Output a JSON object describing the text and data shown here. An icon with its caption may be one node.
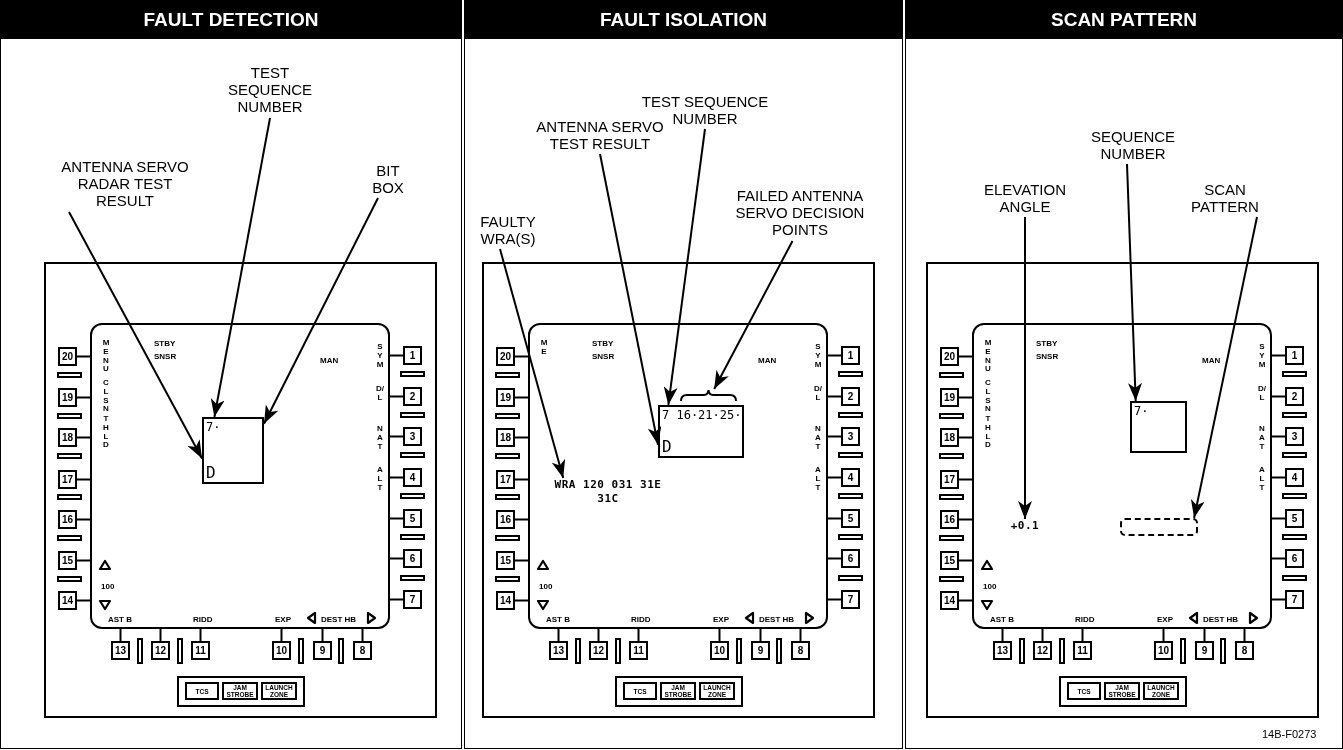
{
  "diagram": {
    "nodes": [
      {
        "text": [
          "FAULT DETECTION"
        ]
      },
      {
        "text": [
          "TEST SEQUENCE NUMBER"
        ],
        "in": 0
      },
      {
        "text": [
          "ANTENNA SERVO RADAR TEST RESULT"
        ],
        "in": 0
      },
      {
        "text": [
          "BIT BOX"
        ],
        "in": 0
      },
      {
        "text": [],
        "shape": "box",
        "in": 0
      },
      {
        "text": [
          "MENU",
          "CLSN",
          "THLD",
          "STBY SNSR",
          "MAN",
          "SYM",
          "D/L",
          "NAT",
          "ALT",
          "100",
          "AST B",
          "RIDD",
          "EXP",
          "DEST HB"
        ],
        "in": 4
      },
      {
        "text": [
          "7·",
          "D"
        ],
        "in": 5
      },
      {
        "text": [
          "1"
        ],
        "in": 4
      },
      {
        "text": [
          "2"
        ],
        "in": 4
      },
      {
        "text": [
          "3"
        ],
        "in": 4
      },
      {
        "text": [
          "4"
        ],
        "in": 4
      },
      {
        "text": [
          "5"
        ],
        "in": 4
      },
      {
        "text": [
          "6"
        ],
        "in": 4
      },
      {
        "text": [
          "7"
        ],
        "in": 4
      },
      {
        "text": [
          "8"
        ],
        "in": 4
      },
      {
        "text": [
          "9"
        ],
        "in": 4
      },
      {
        "text": [
          "10"
        ],
        "in": 4
      },
      {
        "text": [
          "11"
        ],
        "in": 4
      },
      {
        "text": [
          "12"
        ],
        "in": 4
      },
      {
        "text": [
          "13"
        ],
        "in": 4
      },
      {
        "text": [
          "14"
        ],
        "in": 4
      },
      {
        "text": [
          "15"
        ],
        "in": 4
      },
      {
        "text": [
          "16"
        ],
        "in": 4
      },
      {
        "text": [
          "17"
        ],
        "in": 4
      },
      {
        "text": [
          "18"
        ],
        "in": 4
      },
      {
        "text": [
          "19"
        ],
        "in": 4
      },
      {
        "text": [
          "20"
        ],
        "in": 4
      },
      {
        "text": [],
        "shape": "box",
        "in": 4
      },
      {
        "text": [
          "TCS"
        ],
        "in": 27
      },
      {
        "text": [
          "JAM STROBE"
        ],
        "in": 27
      },
      {
        "text": [
          "LAUNCH ZONE"
        ],
        "in": 27
      },
      {
        "text": [
          "FAULT ISOLATION"
        ]
      },
      {
        "text": [
          "FAULTY WRA(S)"
        ],
        "in": 31
      },
      {
        "text": [
          "ANTENNA SERVO TEST RESULT"
        ],
        "in": 31
      },
      {
        "text": [
          "TEST SEQUENCE NUMBER"
        ],
        "in": 31
      },
      {
        "text": [
          "FAILED ANTENNA SERVO DECISION POINTS"
        ],
        "in": 31
      },
      {
        "text": [],
        "shape": "box",
        "in": 31
      },
      {
        "text": [
          "ME",
          "STBY SNSR",
          "MAN",
          "SYM",
          "D/L",
          "NAT",
          "ALT",
          "100",
          "AST B",
          "RIDD",
          "EXP",
          "DEST HB"
        ],
        "in": 36
      },
      {
        "text": [
          "7 16·21·25·",
          "D"
        ],
        "in": 37
      },
      {
        "text": [],
        "shape": "brace",
        "in": 37
      },
      {
        "text": [
          "WRA 120 031 31E 31C"
        ],
        "in": 37
      },
      {
        "text": [
          "1"
        ],
        "in": 36
      },
      {
        "text": [
          "2"
        ],
        "in": 36
      },
      {
        "text": [
          "3"
        ],
        "in": 36
      },
      {
        "text": [
          "4"
        ],
        "in": 36
      },
      {
        "text": [
          "5"
        ],
        "in": 36
      },
      {
        "text": [
          "6"
        ],
        "in": 36
      },
      {
        "text": [
          "7"
        ],
        "in": 36
      },
      {
        "text": [
          "8"
        ],
        "in": 36
      },
      {
        "text": [
          "9"
        ],
        "in": 36
      },
      {
        "text": [
          "10"
        ],
        "in": 36
      },
      {
        "text": [
          "11"
        ],
        "in": 36
      },
      {
        "text": [
          "12"
        ],
        "in": 36
      },
      {
        "text": [
          "13"
        ],
        "in": 36
      },
      {
        "text": [
          "14"
        ],
        "in": 36
      },
      {
        "text": [
          "15"
        ],
        "in": 36
      },
      {
        "text": [
          "16"
        ],
        "in": 36
      },
      {
        "text": [
          "17"
        ],
        "in": 36
      },
      {
        "text": [
          "18"
        ],
        "in": 36
      },
      {
        "text": [
          "19"
        ],
        "in": 36
      },
      {
        "text": [
          "20"
        ],
        "in": 36
      },
      {
        "text": [],
        "shape": "box",
        "in": 36
      },
      {
        "text": [
          "TCS"
        ],
        "in": 61
      },
      {
        "text": [
          "JAM STROBE"
        ],
        "in": 61
      },
      {
        "text": [
          "LAUNCH ZONE"
        ],
        "in": 61
      },
      {
        "text": [
          "SCAN PATTERN"
        ]
      },
      {
        "text": [
          "SEQUENCE NUMBER"
        ],
        "in": 65
      },
      {
        "text": [
          "ELEVATION ANGLE"
        ],
        "in": 65
      },
      {
        "text": [
          "SCAN PATTERN"
        ],
        "in": 65
      },
      {
        "text": [],
        "shape": "box",
        "in": 65
      },
      {
        "text": [
          "MENU",
          "CLSN",
          "THLD",
          "STBY SNSR",
          "MAN",
          "SYM",
          "D/L",
          "NAT",
          "ALT",
          "100",
          "AST B",
          "RIDD",
          "EXP",
          "DEST HB"
        ],
        "in": 69
      },
      {
        "text": [
          "7·"
        ],
        "in": 70
      },
      {
        "text": [
          "+0.1"
        ],
        "in": 70
      },
      {
        "text": [],
        "shape": "box",
        "in": 70
      },
      {
        "text": [
          "1"
        ],
        "in": 69
      },
      {
        "text": [
          "2"
        ],
        "in": 69
      },
      {
        "text": [
          "3"
        ],
        "in": 69
      },
      {
        "text": [
          "4"
        ],
        "in": 69
      },
      {
        "text": [
          "5"
        ],
        "in": 69
      },
      {
        "text": [
          "6"
        ],
        "in": 69
      },
      {
        "text": [
          "7"
        ],
        "in": 69
      },
      {
        "text": [
          "8"
        ],
        "in": 69
      },
      {
        "text": [
          "9"
        ],
        "in": 69
      },
      {
        "text": [
          "10"
        ],
        "in": 69
      },
      {
        "text": [
          "11"
        ],
        "in": 69
      },
      {
        "text": [
          "12"
        ],
        "in": 69
      },
      {
        "text": [
          "13"
        ],
        "in": 69
      },
      {
        "text": [
          "14"
        ],
        "in": 69
      },
      {
        "text": [
          "15"
        ],
        "in": 69
      },
      {
        "text": [
          "16"
        ],
        "in": 69
      },
      {
        "text": [
          "17"
        ],
        "in": 69
      },
      {
        "text": [
          "18"
        ],
        "in": 69
      },
      {
        "text": [
          "19"
        ],
        "in": 69
      },
      {
        "text": [
          "20"
        ],
        "in": 69
      },
      {
        "text": [],
        "shape": "box",
        "in": 69
      },
      {
        "text": [
          "TCS"
        ],
        "in": 94
      },
      {
        "text": [
          "JAM STROBE"
        ],
        "in": 94
      },
      {
        "text": [
          "LAUNCH ZONE"
        ],
        "in": 94
      },
      {
        "text": [],
        "shape": "bar",
        "in": 4
      },
      {
        "text": [],
        "shape": "bar",
        "in": 4
      },
      {
        "text": [],
        "shape": "bar",
        "in": 4
      },
      {
        "text": [],
        "shape": "bar",
        "in": 4
      },
      {
        "text": [],
        "shape": "bar",
        "in": 4
      },
      {
        "text": [],
        "shape": "bar",
        "in": 4
      },
      {
        "text": [],
        "shape": "bar",
        "in": 4
      },
      {
        "text": [],
        "shape": "bar",
        "in": 4
      },
      {
        "text": [],
        "shape": "bar",
        "in": 4
      },
      {
        "text": [],
        "shape": "bar",
        "in": 4
      },
      {
        "text": [],
        "shape": "bar",
        "in": 4
      },
      {
        "text": [],
        "shape": "bar",
        "in": 4
      },
      {
        "text": [],
        "shape": "bar",
        "in": 4
      },
      {
        "text": [],
        "shape": "bar",
        "in": 4
      },
      {
        "text": [],
        "shape": "bar",
        "in": 4
      },
      {
        "text": [],
        "shape": "bar",
        "in": 4
      },
      {
        "text": [],
        "shape": "bar",
        "in": 36
      },
      {
        "text": [],
        "shape": "bar",
        "in": 36
      },
      {
        "text": [],
        "shape": "bar",
        "in": 36
      },
      {
        "text": [],
        "shape": "bar",
        "in": 36
      },
      {
        "text": [],
        "shape": "bar",
        "in": 36
      },
      {
        "text": [],
        "shape": "bar",
        "in": 36
      },
      {
        "text": [],
        "shape": "bar",
        "in": 36
      },
      {
        "text": [],
        "shape": "bar",
        "in": 36
      },
      {
        "text": [],
        "shape": "bar",
        "in": 36
      },
      {
        "text": [],
        "shape": "bar",
        "in": 36
      },
      {
        "text": [],
        "shape": "bar",
        "in": 36
      },
      {
        "text": [],
        "shape": "bar",
        "in": 36
      },
      {
        "text": [],
        "shape": "bar",
        "in": 36
      },
      {
        "text": [],
        "shape": "bar",
        "in": 36
      },
      {
        "text": [],
        "shape": "bar",
        "in": 36
      },
      {
        "text": [],
        "shape": "bar",
        "in": 36
      },
      {
        "text": [],
        "shape": "bar",
        "in": 69
      },
      {
        "text": [],
        "shape": "bar",
        "in": 69
      },
      {
        "text": [],
        "shape": "bar",
        "in": 69
      },
      {
        "text": [],
        "shape": "bar",
        "in": 69
      },
      {
        "text": [],
        "shape": "bar",
        "in": 69
      },
      {
        "text": [],
        "shape": "bar",
        "in": 69
      },
      {
        "text": [],
        "shape": "bar",
        "in": 69
      },
      {
        "text": [],
        "shape": "bar",
        "in": 69
      },
      {
        "text": [],
        "shape": "bar",
        "in": 69
      },
      {
        "text": [],
        "shape": "bar",
        "in": 69
      },
      {
        "text": [],
        "shape": "bar",
        "in": 69
      },
      {
        "text": [],
        "shape": "bar",
        "in": 69
      },
      {
        "text": [],
        "shape": "bar",
        "in": 69
      },
      {
        "text": [],
        "shape": "bar",
        "in": 69
      },
      {
        "text": [],
        "shape": "bar",
        "in": 69
      },
      {
        "text": [],
        "shape": "bar",
        "in": 69
      }
    ],
    "edges": [
      {
        "from": 2,
        "to": 6,
        "arrow": "to"
      },
      {
        "from": 1,
        "to": 6,
        "arrow": "to"
      },
      {
        "from": 3,
        "to": 6,
        "arrow": "to"
      },
      {
        "from": 7,
        "to": 5,
        "arrow": "none"
      },
      {
        "from": 8,
        "to": 5,
        "arrow": "none"
      },
      {
        "from": 9,
        "to": 5,
        "arrow": "none"
      },
      {
        "from": 10,
        "to": 5,
        "arrow": "none"
      },
      {
        "from": 11,
        "to": 5,
        "arrow": "none"
      },
      {
        "from": 12,
        "to": 5,
        "arrow": "none"
      },
      {
        "from": 13,
        "to": 5,
        "arrow": "none"
      },
      {
        "from": 14,
        "to": 5,
        "arrow": "none"
      },
      {
        "from": 15,
        "to": 5,
        "arrow": "none"
      },
      {
        "from": 16,
        "to": 5,
        "arrow": "none"
      },
      {
        "from": 17,
        "to": 5,
        "arrow": "none"
      },
      {
        "from": 18,
        "to": 5,
        "arrow": "none"
      },
      {
        "from": 19,
        "to": 5,
        "arrow": "none"
      },
      {
        "from": 20,
        "to": 5,
        "arrow": "none"
      },
      {
        "from": 21,
        "to": 5,
        "arrow": "none"
      },
      {
        "from": 22,
        "to": 5,
        "arrow": "none"
      },
      {
        "from": 23,
        "to": 5,
        "arrow": "none"
      },
      {
        "from": 24,
        "to": 5,
        "arrow": "none"
      },
      {
        "from": 25,
        "to": 5,
        "arrow": "none"
      },
      {
        "from": 26,
        "to": 5,
        "arrow": "none"
      },
      {
        "from": 32,
        "to": 40,
        "arrow": "to"
      },
      {
        "from": 33,
        "to": 38,
        "arrow": "to"
      },
      {
        "from": 34,
        "to": 38,
        "arrow": "to"
      },
      {
        "from": 35,
        "to": 39,
        "arrow": "to"
      },
      {
        "from": 41,
        "to": 37,
        "arrow": "none"
      },
      {
        "from": 42,
        "to": 37,
        "arrow": "none"
      },
      {
        "from": 43,
        "to": 37,
        "arrow": "none"
      },
      {
        "from": 44,
        "to": 37,
        "arrow": "none"
      },
      {
        "from": 45,
        "to": 37,
        "arrow": "none"
      },
      {
        "from": 46,
        "to": 37,
        "arrow": "none"
      },
      {
        "from": 47,
        "to": 37,
        "arrow": "none"
      },
      {
        "from": 48,
        "to": 37,
        "arrow": "none"
      },
      {
        "from": 49,
        "to": 37,
        "arrow": "none"
      },
      {
        "from": 50,
        "to": 37,
        "arrow": "none"
      },
      {
        "from": 51,
        "to": 37,
        "arrow": "none"
      },
      {
        "from": 52,
        "to": 37,
        "arrow": "none"
      },
      {
        "from": 53,
        "to": 37,
        "arrow": "none"
      },
      {
        "from": 54,
        "to": 37,
        "arrow": "none"
      },
      {
        "from": 55,
        "to": 37,
        "arrow": "none"
      },
      {
        "from": 56,
        "to": 37,
        "arrow": "none"
      },
      {
        "from": 57,
        "to": 37,
        "arrow": "none"
      },
      {
        "from": 58,
        "to": 37,
        "arrow": "none"
      },
      {
        "from": 59,
        "to": 37,
        "arrow": "none"
      },
      {
        "from": 60,
        "to": 37,
        "arrow": "none"
      },
      {
        "from": 67,
        "to": 72,
        "arrow": "to"
      },
      {
        "from": 66,
        "to": 71,
        "arrow": "to"
      },
      {
        "from": 68,
        "to": 73,
        "arrow": "to"
      },
      {
        "from": 74,
        "to": 70,
        "arrow": "none"
      },
      {
        "from": 75,
        "to": 70,
        "arrow": "none"
      },
      {
        "from": 76,
        "to": 70,
        "arrow": "none"
      },
      {
        "from": 77,
        "to": 70,
        "arrow": "none"
      },
      {
        "from": 78,
        "to": 70,
        "arrow": "none"
      },
      {
        "from": 79,
        "to": 70,
        "arrow": "none"
      },
      {
        "from": 80,
        "to": 70,
        "arrow": "none"
      },
      {
        "from": 81,
        "to": 70,
        "arrow": "none"
      },
      {
        "from": 82,
        "to": 70,
        "arrow": "none"
      },
      {
        "from": 83,
        "to": 70,
        "arrow": "none"
      },
      {
        "from": 84,
        "to": 70,
        "arrow": "none"
      },
      {
        "from": 85,
        "to": 70,
        "arrow": "none"
      },
      {
        "from": 86,
        "to": 70,
        "arrow": "none"
      },
      {
        "from": 87,
        "to": 70,
        "arrow": "none"
      },
      {
        "from": 88,
        "to": 70,
        "arrow": "none"
      },
      {
        "from": 89,
        "to": 70,
        "arrow": "none"
      },
      {
        "from": 90,
        "to": 70,
        "arrow": "none"
      },
      {
        "from": 91,
        "to": 70,
        "arrow": "none"
      },
      {
        "from": 92,
        "to": 70,
        "arrow": "none"
      },
      {
        "from": 93,
        "to": 70,
        "arrow": "none"
      }
    ],
    "labels": [
      "14B-F0273"
    ]
  }
}
